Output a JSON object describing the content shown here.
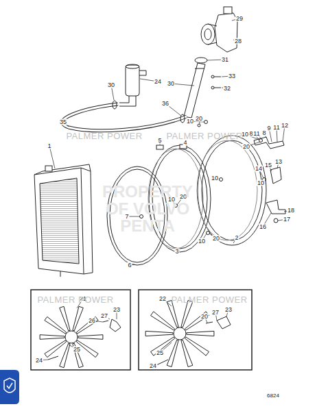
{
  "diagram": {
    "labels": [
      "29",
      "28",
      "31",
      "24",
      "30",
      "33",
      "30",
      "32",
      "35",
      "36",
      "8A",
      "8",
      "10",
      "20",
      "10",
      "11",
      "9",
      "11",
      "12",
      "5",
      "4",
      "20",
      "1",
      "10",
      "14",
      "15",
      "13",
      "10",
      "7",
      "10",
      "20",
      "10",
      "20",
      "2",
      "3",
      "6",
      "18",
      "17",
      "16",
      "21",
      "26",
      "27",
      "23",
      "24",
      "25",
      "22",
      "20",
      "27",
      "23",
      "24",
      "25",
      "6824",
      "PALMER POWER",
      "PALMER POWER",
      "PALMER POWER",
      "PALMER POWER",
      "PROPERTY OF VOLVO PENTA"
    ]
  }
}
